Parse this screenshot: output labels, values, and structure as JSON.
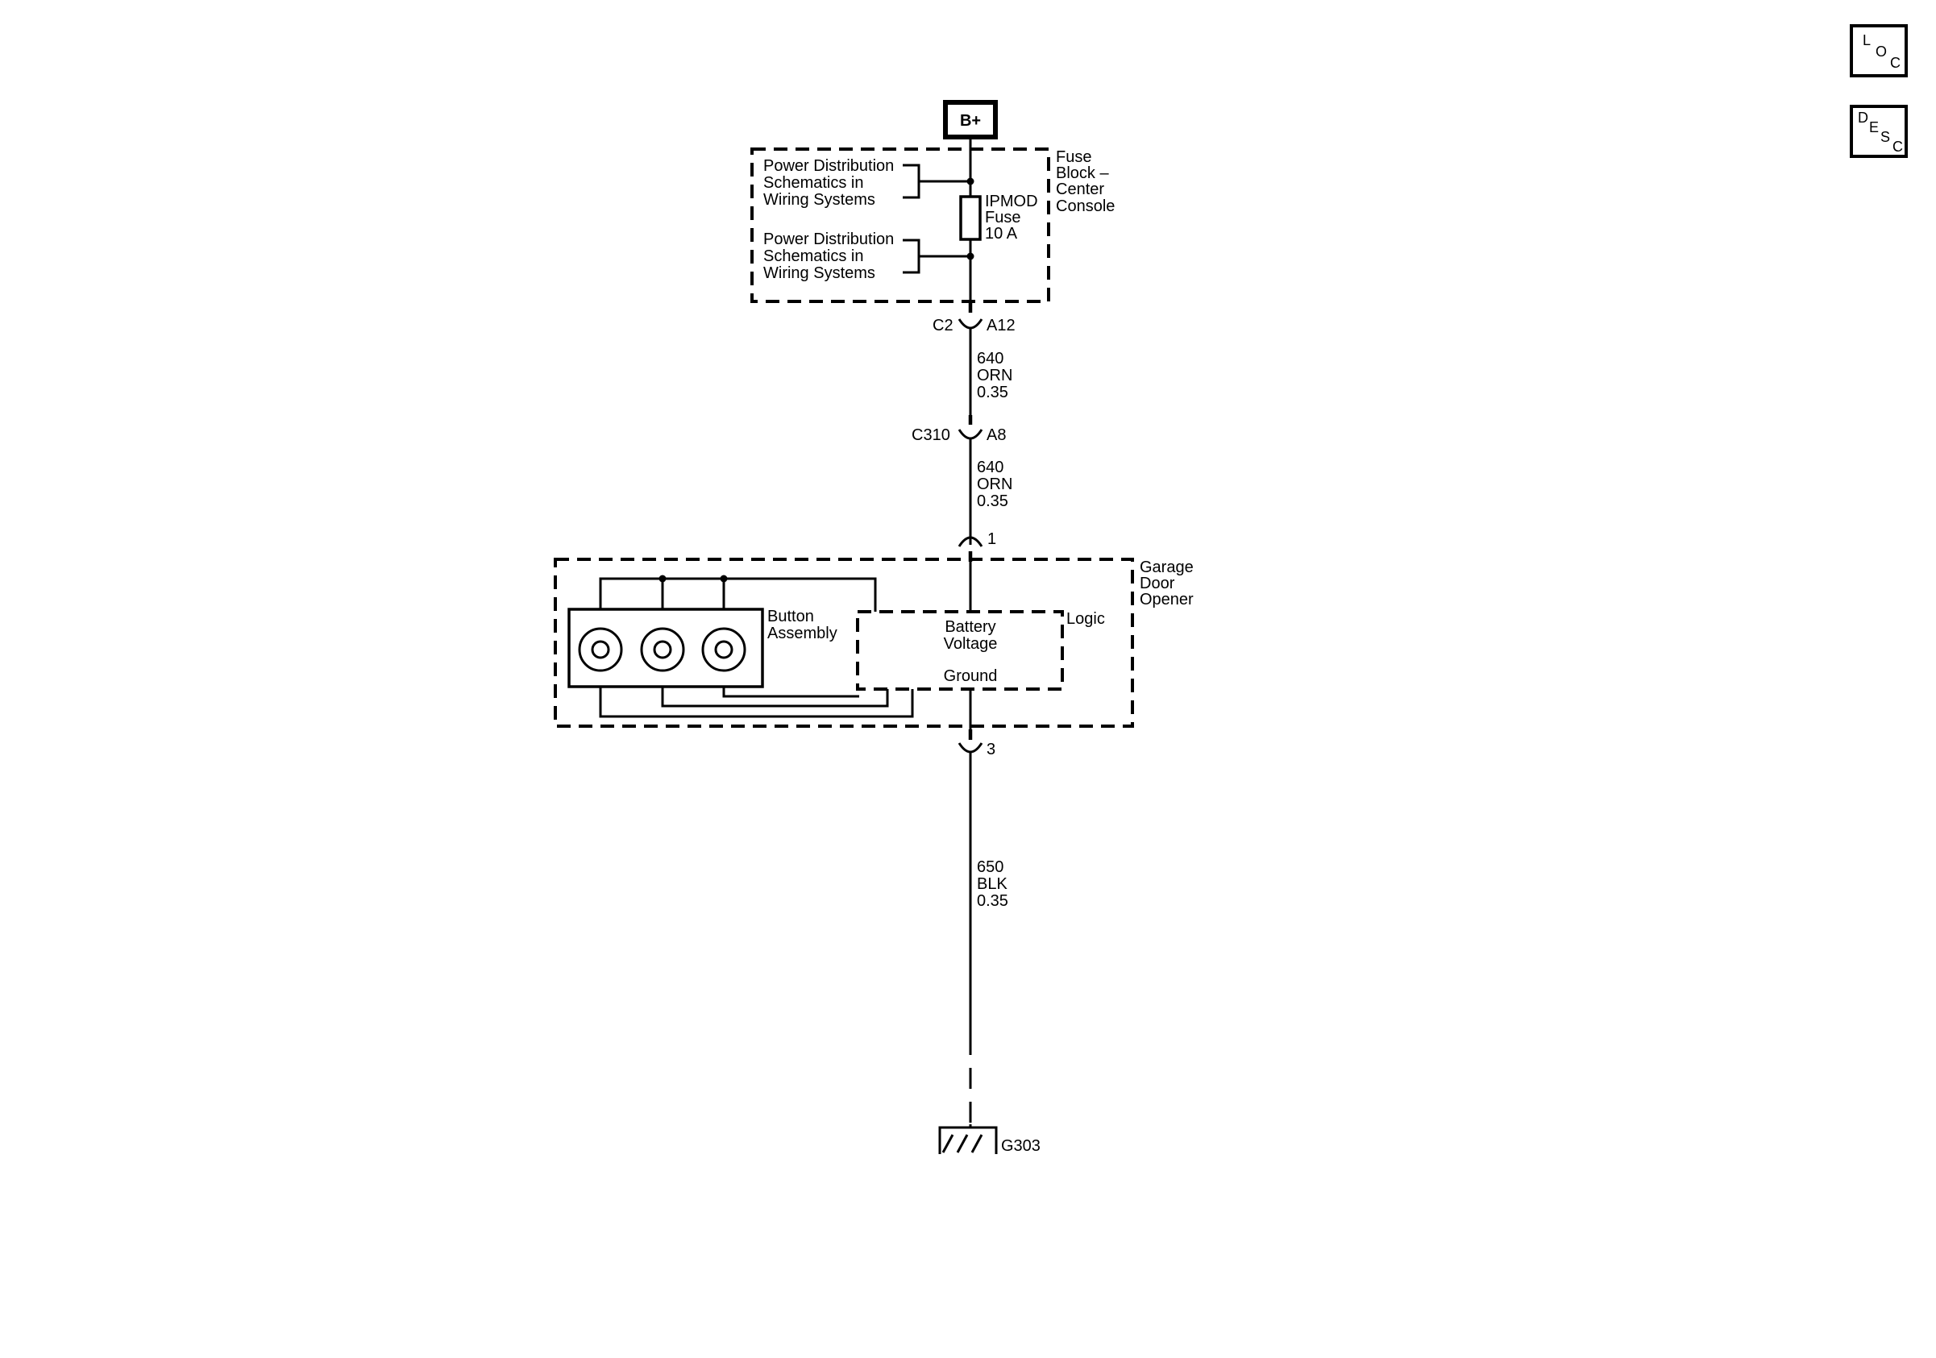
{
  "nav": {
    "loc": {
      "l1": "L",
      "l2": "O",
      "l3": "C"
    },
    "desc": {
      "l1": "D",
      "l2": "E",
      "l3": "S",
      "l4": "C"
    }
  },
  "power": {
    "label": "B+"
  },
  "fuse_block": {
    "lines": [
      "Fuse",
      "Block –",
      "Center",
      "Console"
    ],
    "ref1": [
      "Power Distribution",
      "Schematics in",
      "Wiring  Systems"
    ],
    "ref2": [
      "Power Distribution",
      "Schematics in",
      "Wiring  Systems"
    ],
    "fuse": [
      "IPMOD",
      "Fuse",
      "10 A"
    ]
  },
  "connectors": {
    "c2": {
      "name": "C2",
      "pin": "A12"
    },
    "c310": {
      "name": "C310",
      "pin": "A8"
    },
    "pin1": "1",
    "pin3": "3"
  },
  "wires": {
    "w1": [
      "640",
      "ORN",
      "0.35"
    ],
    "w2": [
      "640",
      "ORN",
      "0.35"
    ],
    "w3": [
      "650",
      "BLK",
      "0.35"
    ]
  },
  "garage_door_opener": {
    "lines": [
      "Garage",
      "Door",
      "Opener"
    ],
    "button_assembly": [
      "Button",
      "Assembly"
    ],
    "logic": "Logic",
    "battery_voltage": [
      "Battery",
      "Voltage"
    ],
    "ground": "Ground"
  },
  "ground_ref": "G303"
}
